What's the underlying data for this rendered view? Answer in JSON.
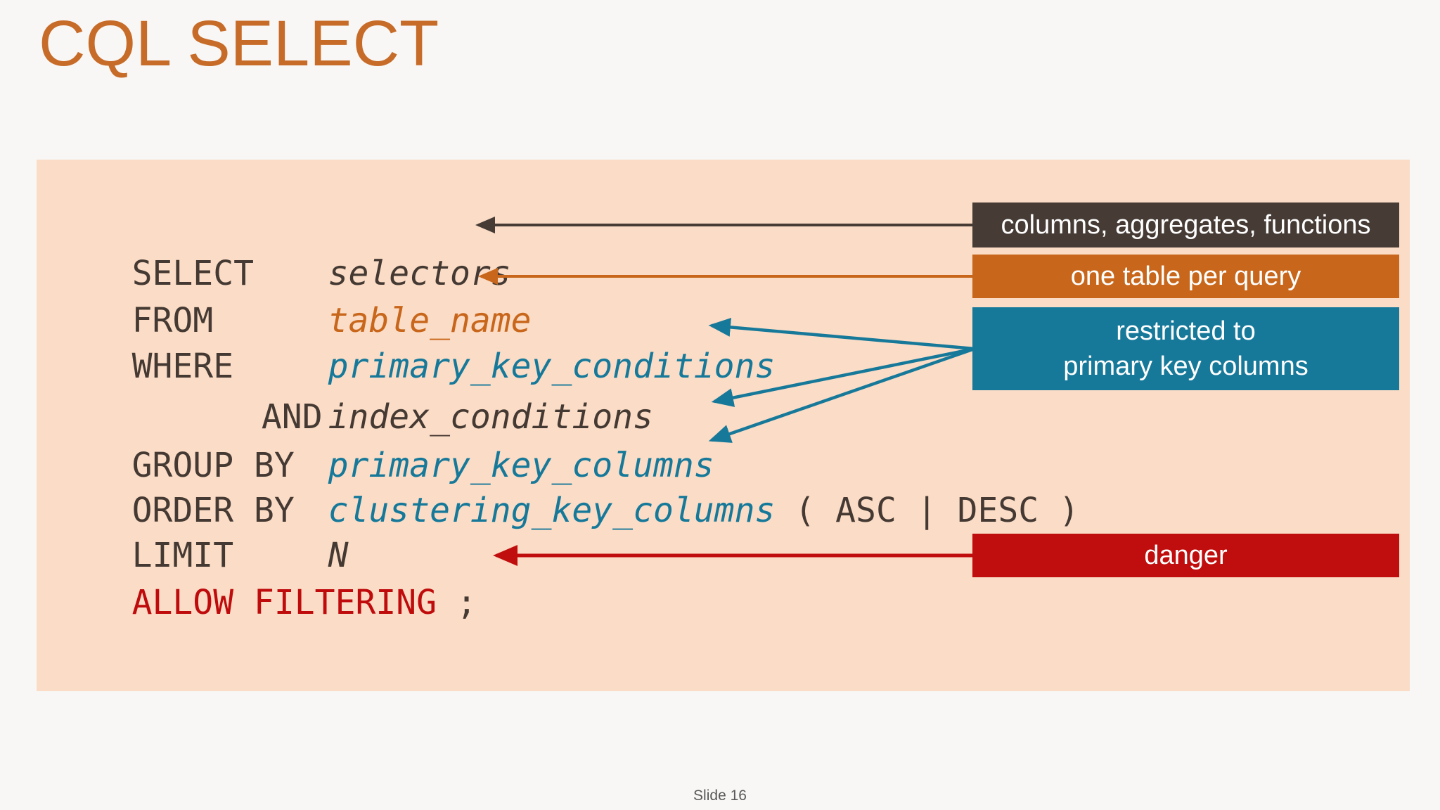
{
  "slide": {
    "title": "CQL SELECT",
    "footer": "Slide 16"
  },
  "palette": {
    "page_background": "#f8f7f5",
    "panel_background": "#fbdcc6",
    "title_orange": "#c76b29",
    "keyword_brown": "#453a33",
    "value_orange": "#c8661b",
    "value_teal": "#16799a",
    "danger_red": "#c00d0d",
    "allow_filtering_red": "#bf0b0c",
    "callout_dark": "#463b35",
    "footer_gray": "#595959"
  },
  "code": {
    "lines": [
      {
        "keyword": "SELECT",
        "value": "selectors"
      },
      {
        "keyword": "FROM",
        "value": "table_name"
      },
      {
        "keyword": "WHERE",
        "value": "primary_key_conditions"
      },
      {
        "keyword": "AND",
        "value": "index_conditions"
      },
      {
        "keyword": "GROUP BY",
        "value": "primary_key_columns"
      },
      {
        "keyword": "ORDER BY",
        "value": "clustering_key_columns",
        "suffix": "( ASC | DESC )"
      },
      {
        "keyword": "LIMIT",
        "value": "N"
      },
      {
        "keyword": "ALLOW FILTERING",
        "suffix": ";"
      }
    ]
  },
  "callouts": [
    {
      "text": "columns, aggregates, functions"
    },
    {
      "text": "one table per query"
    },
    {
      "line1": "restricted to",
      "line2": "primary key columns"
    },
    {
      "text": "danger"
    }
  ]
}
